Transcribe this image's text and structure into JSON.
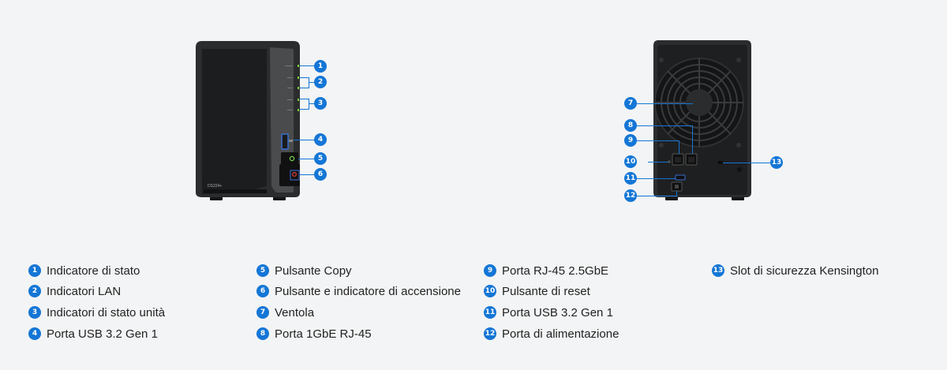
{
  "front": {
    "model_label": "DS224+"
  },
  "callouts": [
    "1",
    "2",
    "3",
    "4",
    "5",
    "6",
    "7",
    "8",
    "9",
    "10",
    "11",
    "12",
    "13"
  ],
  "legend": [
    {
      "num": "1",
      "label": "Indicatore di stato"
    },
    {
      "num": "2",
      "label": "Indicatori LAN"
    },
    {
      "num": "3",
      "label": "Indicatori di stato unità"
    },
    {
      "num": "4",
      "label": "Porta USB 3.2 Gen 1"
    },
    {
      "num": "5",
      "label": "Pulsante Copy"
    },
    {
      "num": "6",
      "label": "Pulsante e indicatore di accensione"
    },
    {
      "num": "7",
      "label": "Ventola"
    },
    {
      "num": "8",
      "label": "Porta 1GbE RJ-45"
    },
    {
      "num": "9",
      "label": "Porta RJ-45 2.5GbE"
    },
    {
      "num": "10",
      "label": "Pulsante di reset"
    },
    {
      "num": "11",
      "label": "Porta USB 3.2 Gen 1"
    },
    {
      "num": "12",
      "label": "Porta di alimentazione"
    },
    {
      "num": "13",
      "label": "Slot di sicurezza Kensington"
    }
  ],
  "colors": {
    "accent": "#1476d6",
    "background": "#f3f4f5",
    "device": "#2a2b2d"
  }
}
